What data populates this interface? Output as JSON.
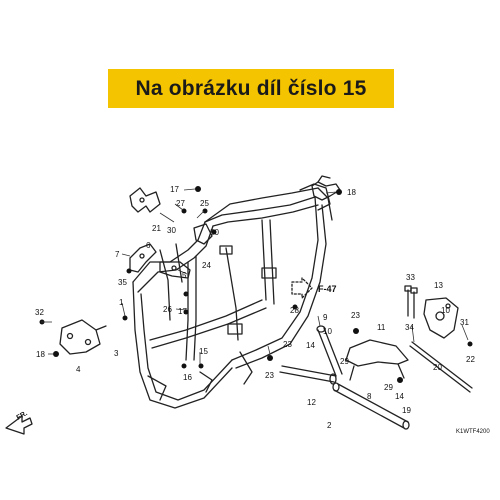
{
  "banner": {
    "text": "Na obrázku díl číslo 15",
    "color": "#f5c400"
  },
  "diagram_code": "K1WTF4200",
  "front_marker": "FR.",
  "ref_tag": "F-47",
  "callouts": [
    {
      "id": "c17a",
      "label": "17"
    },
    {
      "id": "c18a",
      "label": "18"
    },
    {
      "id": "c27",
      "label": "27"
    },
    {
      "id": "c25",
      "label": "25"
    },
    {
      "id": "c30a",
      "label": "30"
    },
    {
      "id": "c30b",
      "label": "30"
    },
    {
      "id": "c21",
      "label": "21"
    },
    {
      "id": "c7",
      "label": "7"
    },
    {
      "id": "c6",
      "label": "6"
    },
    {
      "id": "c24",
      "label": "24"
    },
    {
      "id": "c5",
      "label": "5"
    },
    {
      "id": "c35",
      "label": "35"
    },
    {
      "id": "c1",
      "label": "1"
    },
    {
      "id": "c3",
      "label": "3"
    },
    {
      "id": "c26",
      "label": "26"
    },
    {
      "id": "c17b",
      "label": "17"
    },
    {
      "id": "c32",
      "label": "32"
    },
    {
      "id": "c18b",
      "label": "18"
    },
    {
      "id": "c4",
      "label": "4"
    },
    {
      "id": "c15",
      "label": "15"
    },
    {
      "id": "c16",
      "label": "16"
    },
    {
      "id": "c28",
      "label": "28"
    },
    {
      "id": "c9",
      "label": "9"
    },
    {
      "id": "c14a",
      "label": "14"
    },
    {
      "id": "c23a",
      "label": "23"
    },
    {
      "id": "c23b",
      "label": "23"
    },
    {
      "id": "c12",
      "label": "12"
    },
    {
      "id": "c23c",
      "label": "23"
    },
    {
      "id": "c10",
      "label": "10"
    },
    {
      "id": "c11",
      "label": "11"
    },
    {
      "id": "c29a",
      "label": "29"
    },
    {
      "id": "c8",
      "label": "8"
    },
    {
      "id": "c29b",
      "label": "29"
    },
    {
      "id": "c14b",
      "label": "14"
    },
    {
      "id": "c2",
      "label": "2"
    },
    {
      "id": "c19",
      "label": "19"
    },
    {
      "id": "c20",
      "label": "20"
    },
    {
      "id": "c33",
      "label": "33"
    },
    {
      "id": "c13",
      "label": "13"
    },
    {
      "id": "c34",
      "label": "34"
    },
    {
      "id": "c10b",
      "label": "10"
    },
    {
      "id": "c31",
      "label": "31"
    },
    {
      "id": "c22",
      "label": "22"
    }
  ]
}
